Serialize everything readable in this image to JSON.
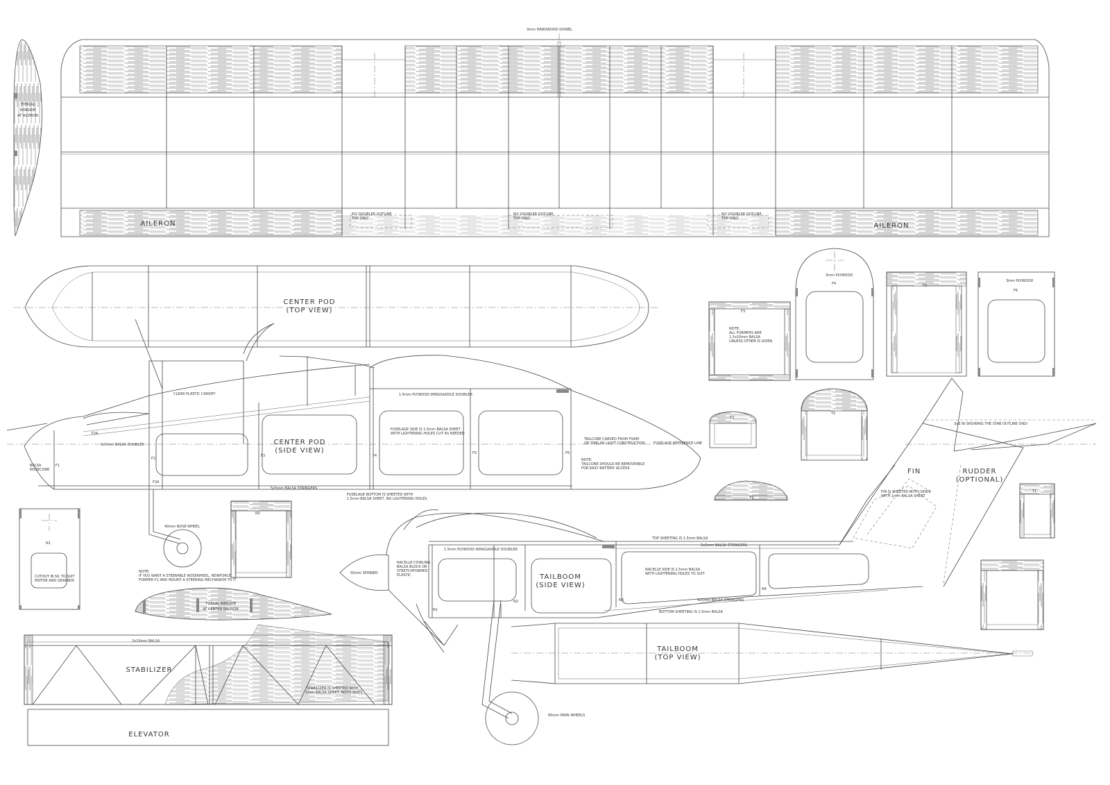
{
  "wing": {
    "dowel_note": "3mm HARDWOOD DOWEL",
    "wingrib_label": [
      "TYPICAL",
      "WINGRIB",
      "AT AILERON"
    ],
    "aileron_left": "AILERON",
    "aileron_right": "AILERON",
    "ply_doubler_notes": [
      [
        "PLY DOUBLER OUTLINE",
        "TOP ONLY"
      ],
      [
        "PLY DOUBLER OUTLINE",
        "TOP ONLY"
      ],
      [
        "PLY DOUBLER OUTLINE",
        "TOP ONLY"
      ]
    ]
  },
  "center_pod_top": {
    "title": [
      "CENTER POD",
      "(TOP VIEW)"
    ]
  },
  "center_pod_side": {
    "title": [
      "CENTER POD",
      "(SIDE VIEW)"
    ],
    "canopy_note": "CLEAR PLASTIC CANOPY",
    "wingsaddle_note": "1.5mm PLYWOOD WINGSADDLE DOUBLER",
    "side_note": [
      "FUSELAGE SIDE IS 1.5mm BALSA SHEET",
      "WITH LIGHTENING HOLES CUT AS NEEDED"
    ],
    "tailcone_note": [
      "TAILCONE CARVED FROM FOAM",
      "OR SIMILAR LIGHT CONSTRUCTION"
    ],
    "removable_note": [
      "NOTE:",
      "TAILCONE SHOULD BE REMOVEABLE",
      "FOR EASY BATTERY ACCESS"
    ],
    "ref_line": "FUSELAGE REFERENCE LINE",
    "doubler": "3x5mm BALSA DOUBLER",
    "stringers": "5x5mm BALSA STRINGERS",
    "bottom_note": [
      "FUSELAGE BOTTOM IS SHEETED WITH",
      "1.5mm BALSA SHEET, NO LIGHTENING HOLES"
    ],
    "nosecone": [
      "BALSA",
      "NOSECONE"
    ],
    "formers": [
      "F1",
      "F2",
      "F2A",
      "F2A",
      "F3",
      "F4",
      "F5",
      "F6"
    ]
  },
  "formers": {
    "note": [
      "NOTE:",
      "ALL FORMERS ARE",
      "1.5x10mm BALSA",
      "UNLESS OTHER IS GIVEN"
    ],
    "f3": "F3",
    "f4": "F4",
    "f4_mat": "3mm PLYWOOD",
    "f5": "F5",
    "f6": "F6",
    "f6_mat": "3mm PLYWOOD",
    "t3": "T3",
    "t2": "T2",
    "t4": "T4",
    "t1": "T1"
  },
  "nose": {
    "wheel": "40mm NOSE-WHEEL",
    "note": [
      "NOTE:",
      "IF YOU WANT A STEERABLE NOSEWHEEL, REINFORCE",
      "FORMER F2 AND MOUNT A STEERING MECHANISM TO IT"
    ],
    "n1": "N1",
    "cutout": [
      "CUTOUT IN N1 TO SUIT",
      "MOTOR AND GEARBOX"
    ],
    "n2": "N2"
  },
  "wingrib_center": [
    "TYPICAL WINGRIB",
    "AT CENTER SECTION"
  ],
  "stabilizer": {
    "title": "STABILIZER",
    "elevator": "ELEVATOR",
    "top_note": "2x10mm BALSA",
    "sheet_note": [
      "STABILIZER IS SHEETED WITH",
      "1mm BALSA SHEET, BOTH SIDES"
    ]
  },
  "tailboom_side": {
    "title": [
      "TAILBOOM",
      "(SIDE VIEW)"
    ],
    "spinner": "50mm SPINNER",
    "nacelle": [
      "NACELLE COWLING",
      "BALSA BLOCK OR",
      "STRETCHFORMED",
      "PLASTIC"
    ],
    "wingsaddle": "1.5mm PLYWOOD WINGSADDLE DOUBLER",
    "side_note": [
      "NACELLE SIDE IS 1.5mm BALSA",
      "WITH LIGHTENING HOLES TO SUIT"
    ],
    "top_sheeting": "TOP SHEETING IS 1.5mm BALSA",
    "bottom_sheeting": "BOTTOM SHEETING IS 1.5mm BALSA",
    "stringer1": "5x5mm BALSA STRINGERS",
    "stringer2": "5x5mm BALSA STRINGERS",
    "main_wheels": "60mm MAIN WHEELS",
    "n_labels": [
      "N1",
      "N2",
      "N3",
      "N4"
    ]
  },
  "tailboom_top": {
    "title": [
      "TAILBOOM",
      "(TOP VIEW)"
    ]
  },
  "fin": {
    "fin": "FIN",
    "rudder": [
      "RUDDER",
      "(OPTIONAL)"
    ],
    "fin_note": [
      "FIN IS SHEETED BOTH SIDES",
      "WITH 1mm BALSA SHEET"
    ],
    "ref_line": "3x3 IN SHOWING THE STAB OUTLINE ONLY"
  }
}
